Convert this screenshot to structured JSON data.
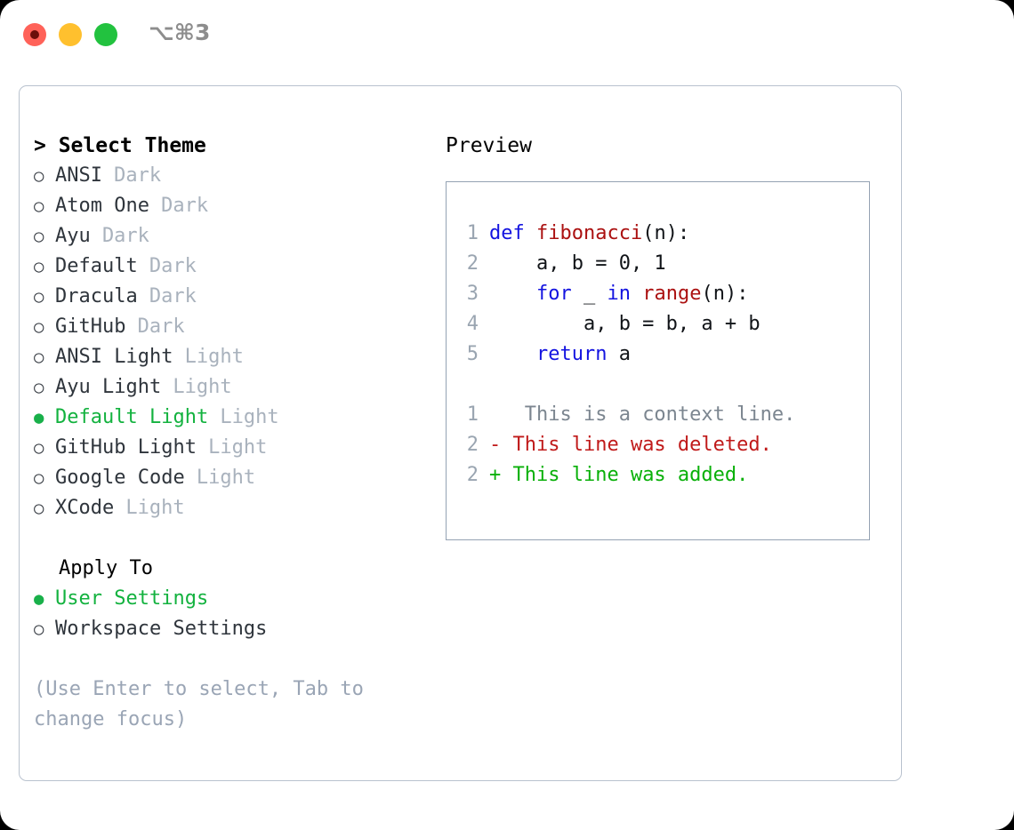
{
  "titlebar": {
    "shortcut": "⌥⌘3",
    "buttons": [
      {
        "name": "close",
        "color": "#ff6259"
      },
      {
        "name": "minimize",
        "color": "#ffc02e"
      },
      {
        "name": "maximize",
        "color": "#22c23f"
      }
    ]
  },
  "theme_picker": {
    "header": "> Select Theme",
    "options": [
      {
        "bullet": "○",
        "name": "ANSI",
        "kind": "Dark",
        "selected": false
      },
      {
        "bullet": "○",
        "name": "Atom One",
        "kind": "Dark",
        "selected": false
      },
      {
        "bullet": "○",
        "name": "Ayu",
        "kind": "Dark",
        "selected": false
      },
      {
        "bullet": "○",
        "name": "Default",
        "kind": "Dark",
        "selected": false
      },
      {
        "bullet": "○",
        "name": "Dracula",
        "kind": "Dark",
        "selected": false
      },
      {
        "bullet": "○",
        "name": "GitHub",
        "kind": "Dark",
        "selected": false
      },
      {
        "bullet": "○",
        "name": "ANSI Light",
        "kind": "Light",
        "selected": false
      },
      {
        "bullet": "○",
        "name": "Ayu Light",
        "kind": "Light",
        "selected": false
      },
      {
        "bullet": "●",
        "name": "Default Light",
        "kind": "Light",
        "selected": true
      },
      {
        "bullet": "○",
        "name": "GitHub Light",
        "kind": "Light",
        "selected": false
      },
      {
        "bullet": "○",
        "name": "Google Code",
        "kind": "Light",
        "selected": false
      },
      {
        "bullet": "○",
        "name": "XCode",
        "kind": "Light",
        "selected": false
      }
    ]
  },
  "apply_to": {
    "header": "Apply To",
    "options": [
      {
        "bullet": "●",
        "name": "User Settings",
        "selected": true
      },
      {
        "bullet": "○",
        "name": "Workspace Settings",
        "selected": false
      }
    ]
  },
  "hint": "(Use Enter to select, Tab to change focus)",
  "preview": {
    "title": "Preview",
    "code_lines": [
      {
        "ln": "1",
        "parts": [
          {
            "t": "def ",
            "c": "kw"
          },
          {
            "t": "fibonacci",
            "c": "fn"
          },
          {
            "t": "(n):",
            "c": "code-text"
          }
        ]
      },
      {
        "ln": "2",
        "parts": [
          {
            "t": "    a, b = 0, 1",
            "c": "code-text"
          }
        ]
      },
      {
        "ln": "3",
        "parts": [
          {
            "t": "    ",
            "c": "code-text"
          },
          {
            "t": "for",
            "c": "kw"
          },
          {
            "t": " _ ",
            "c": "code-text"
          },
          {
            "t": "in ",
            "c": "kw"
          },
          {
            "t": "range",
            "c": "fn"
          },
          {
            "t": "(n):",
            "c": "code-text"
          }
        ]
      },
      {
        "ln": "4",
        "parts": [
          {
            "t": "        a, b = b, a + b",
            "c": "code-text"
          }
        ]
      },
      {
        "ln": "5",
        "parts": [
          {
            "t": "    ",
            "c": "code-text"
          },
          {
            "t": "return",
            "c": "kw"
          },
          {
            "t": " a",
            "c": "code-text"
          }
        ]
      }
    ],
    "diff_lines": [
      {
        "ln": "1",
        "marker": " ",
        "text": "  This is a context line.",
        "cls": "d-ctx"
      },
      {
        "ln": "2",
        "marker": "-",
        "text": " This line was deleted.",
        "cls": "d-del"
      },
      {
        "ln": "2",
        "marker": "+",
        "text": " This line was added.",
        "cls": "d-add"
      }
    ]
  },
  "colors": {
    "accent_green": "#13b23f",
    "keyword_blue": "#1414e0",
    "function_red": "#ab1111",
    "diff_added": "#09b009",
    "diff_deleted": "#c01a1a",
    "muted": "#a9b2bd",
    "border": "#b9c2ce"
  }
}
